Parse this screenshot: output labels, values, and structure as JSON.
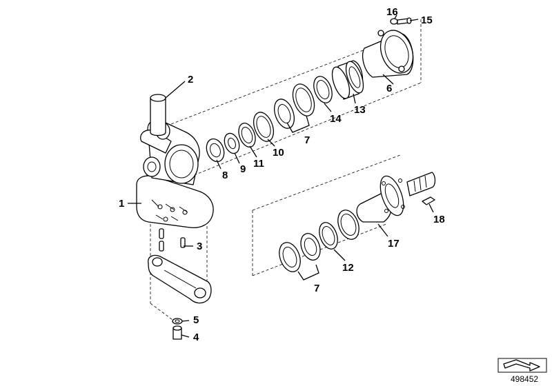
{
  "diagram": {
    "callouts": [
      {
        "id": "c1",
        "text": "1"
      },
      {
        "id": "c2",
        "text": "2"
      },
      {
        "id": "c3",
        "text": "3"
      },
      {
        "id": "c4",
        "text": "4"
      },
      {
        "id": "c5",
        "text": "5"
      },
      {
        "id": "c6",
        "text": "6"
      },
      {
        "id": "c7a",
        "text": "7"
      },
      {
        "id": "c7b",
        "text": "7"
      },
      {
        "id": "c8",
        "text": "8"
      },
      {
        "id": "c9",
        "text": "9"
      },
      {
        "id": "c10",
        "text": "10"
      },
      {
        "id": "c11",
        "text": "11"
      },
      {
        "id": "c12",
        "text": "12"
      },
      {
        "id": "c13",
        "text": "13"
      },
      {
        "id": "c14",
        "text": "14"
      },
      {
        "id": "c15",
        "text": "15"
      },
      {
        "id": "c16",
        "text": "16"
      },
      {
        "id": "c17",
        "text": "17"
      },
      {
        "id": "c18",
        "text": "18"
      }
    ],
    "reference_number": "498452",
    "colors": {
      "ink": "#000000",
      "paper": "#ffffff"
    },
    "icons": [
      "arrow-symbol-icon"
    ]
  }
}
